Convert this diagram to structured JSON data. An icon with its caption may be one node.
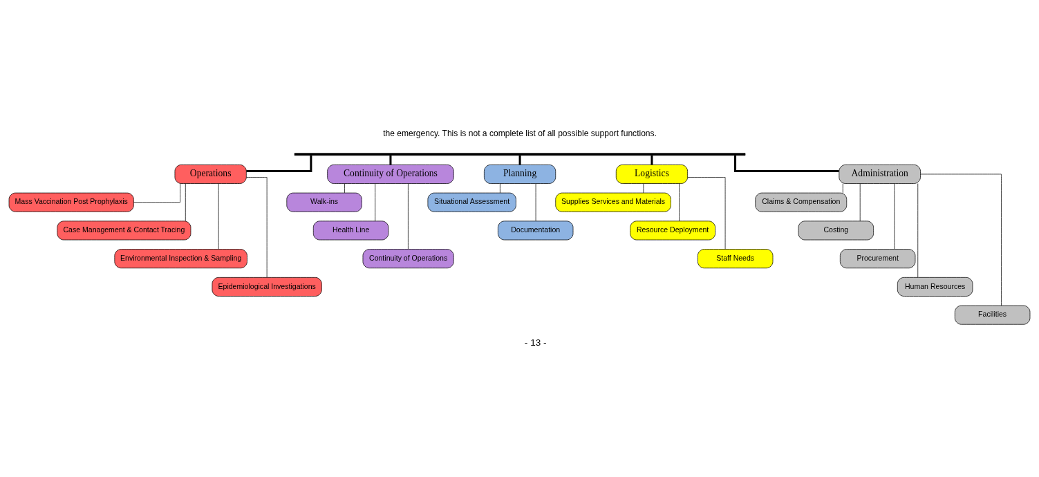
{
  "diagram": {
    "nodes": [
      {
        "text": [],
        "shape": "bar"
      },
      {
        "text": [
          "Operations"
        ]
      },
      {
        "text": [
          "Mass Vaccination Post Prophylaxis"
        ]
      },
      {
        "text": [
          "Case Management & Contact Tracing"
        ]
      },
      {
        "text": [
          "Environmental Inspection & Sampling"
        ]
      },
      {
        "text": [
          "Epidemiological Investigations"
        ]
      },
      {
        "text": [
          "Continuity of Operations"
        ]
      },
      {
        "text": [
          "Walk-ins"
        ]
      },
      {
        "text": [
          "Health Line"
        ]
      },
      {
        "text": [
          "Continuity of Operations"
        ]
      },
      {
        "text": [
          "Planning"
        ]
      },
      {
        "text": [
          "Situational Assessment"
        ]
      },
      {
        "text": [
          "Documentation"
        ]
      },
      {
        "text": [
          "Logistics"
        ]
      },
      {
        "text": [
          "Supplies Services and Materials"
        ]
      },
      {
        "text": [
          "Resource Deployment"
        ]
      },
      {
        "text": [
          "Staff Needs"
        ]
      },
      {
        "text": [
          "Administration"
        ]
      },
      {
        "text": [
          "Claims & Compensation"
        ]
      },
      {
        "text": [
          "Costing"
        ]
      },
      {
        "text": [
          "Procurement"
        ]
      },
      {
        "text": [
          "Human Resources"
        ]
      },
      {
        "text": [
          "Facilities"
        ]
      }
    ],
    "edges": [
      {
        "from": 0,
        "to": 1,
        "arrow": "none",
        "style": "thick"
      },
      {
        "from": 0,
        "to": 6,
        "arrow": "none",
        "style": "thick"
      },
      {
        "from": 0,
        "to": 10,
        "arrow": "none",
        "style": "thick"
      },
      {
        "from": 0,
        "to": 13,
        "arrow": "none",
        "style": "thick"
      },
      {
        "from": 0,
        "to": 17,
        "arrow": "none",
        "style": "thick"
      },
      {
        "from": 1,
        "to": 2,
        "arrow": "none"
      },
      {
        "from": 1,
        "to": 3,
        "arrow": "none"
      },
      {
        "from": 1,
        "to": 4,
        "arrow": "none"
      },
      {
        "from": 1,
        "to": 5,
        "arrow": "none"
      },
      {
        "from": 6,
        "to": 7,
        "arrow": "none"
      },
      {
        "from": 6,
        "to": 8,
        "arrow": "none"
      },
      {
        "from": 6,
        "to": 9,
        "arrow": "none"
      },
      {
        "from": 10,
        "to": 11,
        "arrow": "none"
      },
      {
        "from": 10,
        "to": 12,
        "arrow": "none"
      },
      {
        "from": 13,
        "to": 14,
        "arrow": "none"
      },
      {
        "from": 13,
        "to": 15,
        "arrow": "none"
      },
      {
        "from": 13,
        "to": 16,
        "arrow": "none"
      },
      {
        "from": 17,
        "to": 18,
        "arrow": "none"
      },
      {
        "from": 17,
        "to": 19,
        "arrow": "none"
      },
      {
        "from": 17,
        "to": 20,
        "arrow": "none"
      },
      {
        "from": 17,
        "to": 21,
        "arrow": "none"
      },
      {
        "from": 17,
        "to": 22,
        "arrow": "none"
      }
    ],
    "labels": [
      "the emergency. This is not a complete list of all possible support functions.",
      "- 13 -"
    ]
  }
}
